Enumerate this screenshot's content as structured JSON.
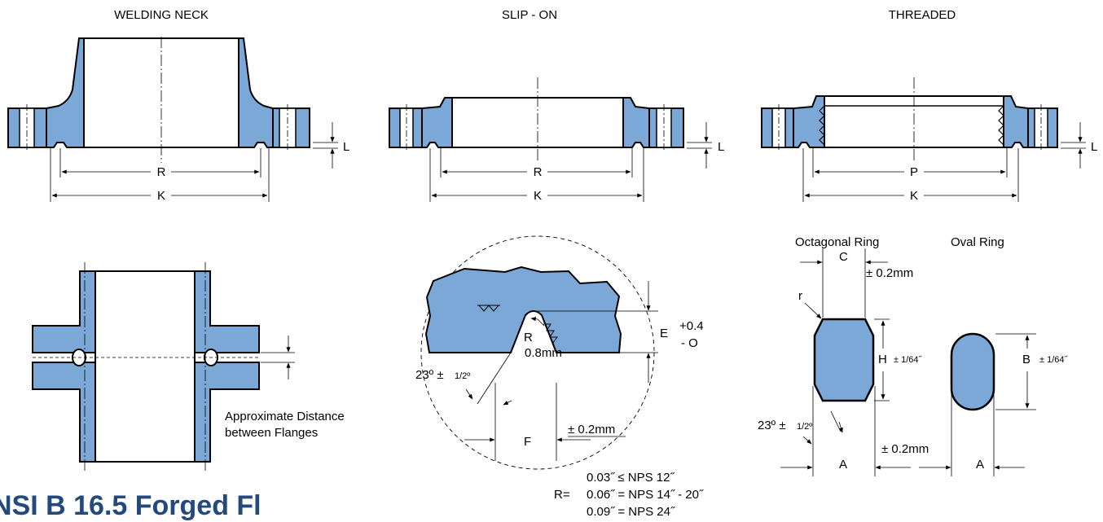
{
  "colors": {
    "fill": "#7ba8d6",
    "outline": "#000000",
    "heading": "#234a7a"
  },
  "headings": {
    "welding_neck": "WELDING NECK",
    "slip_on": "SLIP - ON",
    "threaded": "THREADED"
  },
  "dims": {
    "L": "L",
    "R": "R",
    "K": "K",
    "P": "P",
    "E": "E",
    "F": "F",
    "C": "C",
    "H": "H",
    "A": "A",
    "B": "B",
    "r": "r"
  },
  "groove": {
    "e_tol_plus": "+0.4",
    "e_tol_minus": "- O",
    "radius_label": "R",
    "radius_value": "0.8mm",
    "angle": "23º ±",
    "angle_frac": "1/2º",
    "f_tol": "± 0.2mm"
  },
  "assembly": {
    "note_line1": "Approximate Distance",
    "note_line2": "between Flanges"
  },
  "rings": {
    "octagonal_title": "Octagonal Ring",
    "oval_title": "Oval Ring",
    "c_tol": "± 0.2mm",
    "h_tol": "± 1/64˝",
    "b_tol": "± 1/64˝",
    "angle": "23º ±",
    "angle_frac": "1/2º",
    "a_tol": "± 0.2mm"
  },
  "r_table": {
    "prefix": "R=",
    "rows": [
      "0.03˝ ≤ NPS 12˝",
      "0.06˝ = NPS 14˝ - 20˝",
      "0.09˝ = NPS 24˝"
    ]
  },
  "page_title": "NSI B 16.5 Forged Fl"
}
